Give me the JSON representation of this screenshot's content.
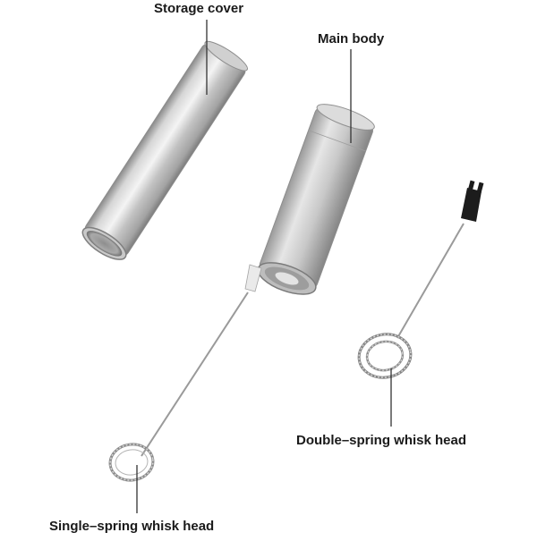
{
  "labels": {
    "storage_cover": "Storage cover",
    "main_body": "Main body",
    "double_spring": "Double–spring whisk head",
    "single_spring": "Single–spring whisk head"
  },
  "colors": {
    "background": "#ffffff",
    "steel_light": "#e9e9e9",
    "steel_mid": "#b4b4b4",
    "steel_dark": "#7c7c7c",
    "leader_line": "#333333",
    "plastic_black": "#1c1c1c",
    "label_text": "#1a1a1a"
  }
}
